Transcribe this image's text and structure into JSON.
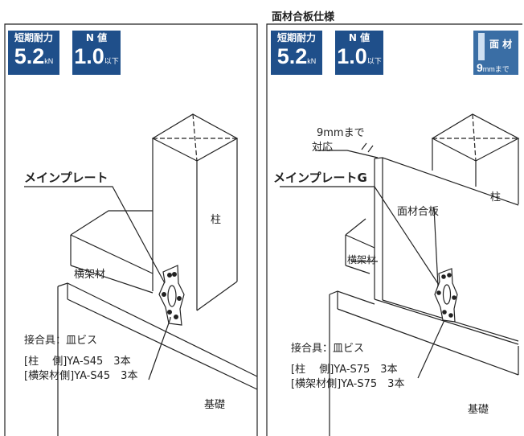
{
  "right_panel": {
    "title": "面材合板仕様"
  },
  "left_panel": {
    "badge_strength": {
      "label": "短期耐力",
      "value": "5.2",
      "unit": "kN"
    },
    "badge_n": {
      "label": "N 値",
      "value": "1.0",
      "unit": "以下"
    },
    "callout_plate": "メインプレート",
    "label_column": "柱",
    "label_beam": "横架材",
    "fastener": "接合具：皿ビス",
    "spec_line1": "[柱　 側]YA-S45　3本",
    "spec_line2": "[横架材側]YA-S45　3本",
    "label_foundation": "基礎"
  },
  "right": {
    "badge_strength": {
      "label": "短期耐力",
      "value": "5.2",
      "unit": "kN"
    },
    "badge_n": {
      "label": "N 値",
      "value": "1.0",
      "unit": "以下"
    },
    "badge_menzai": {
      "label": "面 材",
      "value": "9",
      "unit": "mmまで"
    },
    "note_line1": "9mmまで",
    "note_line2": "対応",
    "callout_plate": "メインプレートG",
    "label_board": "面材合板",
    "label_column": "柱",
    "label_beam": "横架材",
    "fastener": "接合具：皿ビス",
    "spec_line1": "[柱　 側]YA-S75　3本",
    "spec_line2": "[横架材側]YA-S75　3本",
    "label_foundation": "基礎"
  },
  "colors": {
    "badge_blue": "#1f4f8a",
    "menzai_blue": "#3a6ea5"
  }
}
